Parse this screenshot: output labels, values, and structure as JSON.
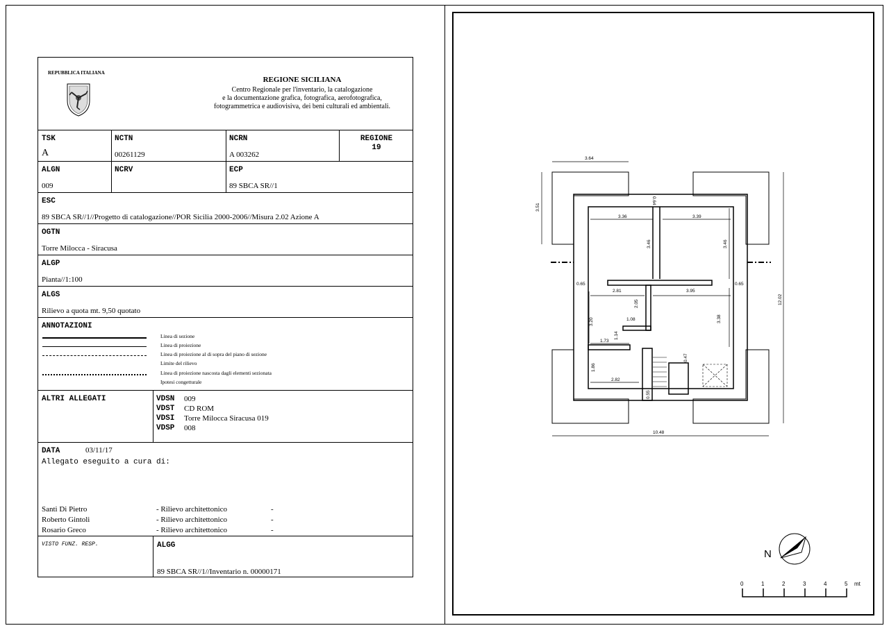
{
  "header": {
    "republic": "REPUBBLICA ITALIANA",
    "region_title": "REGIONE SICILIANA",
    "region_sub": [
      "Centro Regionale per l'inventario, la catalogazione",
      "e la documentazione grafica, fotografica, aerofotografica,",
      "fotogrammetrica e audiovisiva, dei beni culturali ed ambientali."
    ]
  },
  "fields": {
    "tsk_label": "TSK",
    "tsk_value": "A",
    "nctn_label": "NCTN",
    "nctn_value": "00261129",
    "ncrn_label": "NCRN",
    "ncrn_value": "A 003262",
    "regione_label": "REGIONE",
    "regione_value": "19",
    "algn_label": "ALGN",
    "algn_value": "009",
    "ncrv_label": "NCRV",
    "ncrv_value": "",
    "ecp_label": "ECP",
    "ecp_value": "89 SBCA SR//1",
    "esc_label": "ESC",
    "esc_value": "89 SBCA SR//1//Progetto di catalogazione//POR Sicilia 2000-2006//Misura 2.02 Azione A",
    "ogtn_label": "OGTN",
    "ogtn_value": "Torre Milocca - Siracusa",
    "algp_label": "ALGP",
    "algp_value": "Pianta//1:100",
    "algs_label": "ALGS",
    "algs_value": "Rilievo a quota mt. 9,50 quotato"
  },
  "annotazioni": {
    "label": "ANNOTAZIONI",
    "items": [
      "Linea di sezione",
      "Linea di proiezione",
      "Linea di proiezione al di sopra del piano di sezione",
      "Limite del rilievo",
      "Linea di proiezione nascosta dagli elementi sezionata",
      "Ipotesi congetturale"
    ]
  },
  "allegati": {
    "label": "ALTRI ALLEGATI",
    "vdsn_label": "VDSN",
    "vdsn_value": "009",
    "vdst_label": "VDST",
    "vdst_value": "CD ROM",
    "vdsi_label": "VDSI",
    "vdsi_value": "Torre Milocca Siracusa 019",
    "vdsp_label": "VDSP",
    "vdsp_value": "008"
  },
  "data_section": {
    "label": "DATA",
    "value": "03/11/17",
    "allegato": "Allegato eseguito a cura di:",
    "people": [
      {
        "name": "Santi Di Pietro",
        "role": "- Rilievo architettonico",
        "dash": "-"
      },
      {
        "name": "Roberto Gintoli",
        "role": "- Rilievo architettonico",
        "dash": "-"
      },
      {
        "name": "Rosario Greco",
        "role": "- Rilievo architettonico",
        "dash": "-"
      }
    ]
  },
  "footer": {
    "visto": "VISTO FUNZ. RESP.",
    "algg_label": "ALGG",
    "algg_value": "89 SBCA SR//1//Inventario n. 00000171"
  },
  "plan": {
    "dims": {
      "d364": "3.64",
      "d351": "3.51",
      "d336": "3.36",
      "d339": "3.39",
      "d064": "0.64",
      "d346a": "3.46",
      "d346b": "3.46",
      "d065a": "0.65",
      "d065b": "0.65",
      "d281": "2.81",
      "d395": "3.95",
      "d205": "2.05",
      "d108": "1.08",
      "d320": "3.20",
      "d338": "3.38",
      "d114": "1.14",
      "d173": "1.73",
      "d047": "0.47",
      "d186": "1.86",
      "d282": "2.82",
      "d055": "0.55",
      "d1202": "12.02",
      "d1048": "10.48"
    },
    "north": "N",
    "scale": {
      "ticks": [
        "0",
        "1",
        "2",
        "3",
        "4",
        "5"
      ],
      "unit": "mt"
    }
  }
}
